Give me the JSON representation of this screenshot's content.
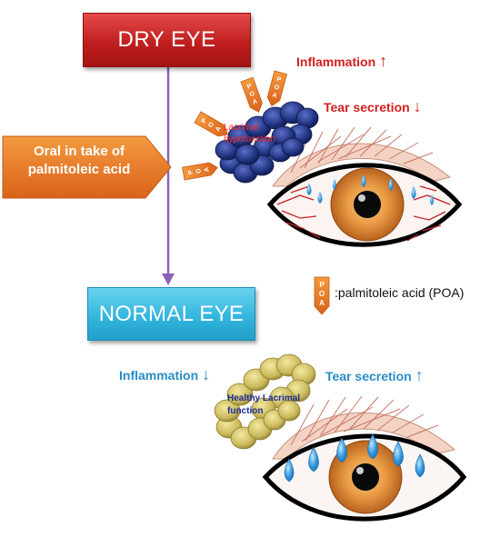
{
  "boxes": {
    "dry_eye": "DRY EYE",
    "normal_eye": "NORMAL EYE"
  },
  "intervention": {
    "label_line1": "Oral in take of",
    "label_line2": "palmitoleic acid"
  },
  "dry_state": {
    "inflammation": "Inflammation",
    "inflammation_arrow": "↑",
    "tear_secretion": "Tear secretion",
    "tear_arrow": "↓",
    "lacrimal_line1": "Lacrimal",
    "lacrimal_line2": "hypofunction"
  },
  "normal_state": {
    "inflammation": "Inflammation",
    "inflammation_arrow": "↓",
    "tear_secretion": "Tear secretion",
    "tear_arrow": "↑",
    "lacrimal_line1": "Healthy Lacrimal",
    "lacrimal_line2": "function"
  },
  "legend": {
    "badge_text": "POA",
    "description": ":palmitoleic acid (POA)"
  },
  "colors": {
    "dry_box": "#c01f1f",
    "normal_box": "#34b6de",
    "intervention_arrow": "#ea7a1e",
    "flow_arrow": "#8a63b8",
    "dry_gland": "#1e2f7a",
    "healthy_gland": "#c9b85a",
    "iris": "#e08a3a",
    "tear_drop": "#2a8fd6"
  }
}
